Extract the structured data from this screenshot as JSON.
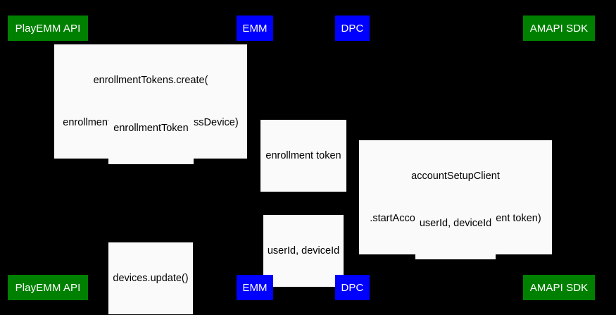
{
  "diagram": {
    "type": "sequence-diagram",
    "background_color": "#000000",
    "participant_green_color": "#008000",
    "participant_blue_color": "#0000ff",
    "label_background_color": "#fafafa",
    "label_text_color": "#000000",
    "participant_text_color": "#ffffff"
  },
  "participants_top": [
    {
      "label": "PlayEMM API",
      "color": "green"
    },
    {
      "label": "EMM",
      "color": "blue"
    },
    {
      "label": "DPC",
      "color": "blue"
    },
    {
      "label": "AMAPI SDK",
      "color": "green"
    }
  ],
  "participants_bottom": [
    {
      "label": "PlayEMM API",
      "color": "green"
    },
    {
      "label": "EMM",
      "color": "blue"
    },
    {
      "label": "DPC",
      "color": "blue"
    },
    {
      "label": "AMAPI SDK",
      "color": "green"
    }
  ],
  "messages": [
    {
      "line1": "enrollmentTokens.create(",
      "line2": "enrollmentTokenType=userlessDevice)"
    },
    {
      "line1": "enrollmentToken",
      "line2": ""
    },
    {
      "line1": "enrollment token",
      "line2": ""
    },
    {
      "line1": "accountSetupClient",
      "line2": ".startAccountSetup(entrollment token)"
    },
    {
      "line1": "userId, deviceId",
      "line2": ""
    },
    {
      "line1": "userId, deviceId",
      "line2": ""
    },
    {
      "line1": "devices.update()",
      "line2": ""
    }
  ]
}
